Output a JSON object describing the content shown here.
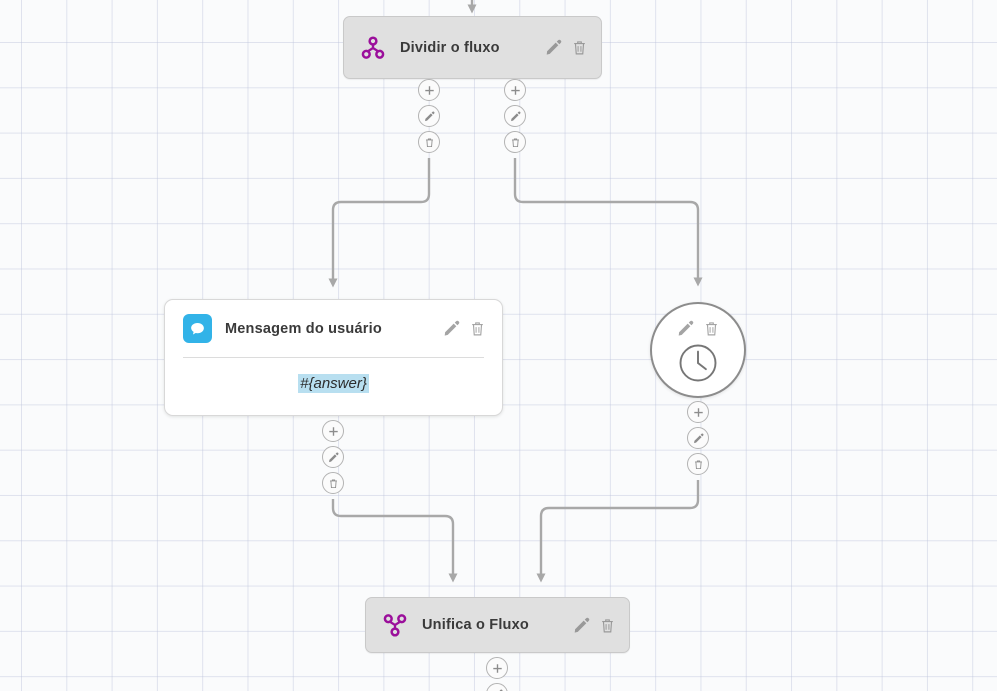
{
  "canvas": {
    "name": "flow-editor-canvas",
    "background_color": "#fafbfc",
    "grid_line_color": "#bec4dc",
    "grid_size": 45
  },
  "theme": {
    "node_bar_fill": "#e0e0e0",
    "node_bar_border": "#c9c9c9",
    "node_card_fill": "#ffffff",
    "node_card_border": "#d8d8d8",
    "accent_purple": "#9b0f9b",
    "accent_blue": "#32b3e8",
    "variable_highlight": "#b8dff0",
    "edge_color": "#a8a8a8",
    "icon_gray": "#8c8c8c"
  },
  "nodes": [
    {
      "id": "split",
      "kind": "bar",
      "title": "Dividir o fluxo",
      "icon": "split-flow-icon",
      "edit_label": "Editar",
      "delete_label": "Excluir"
    },
    {
      "id": "user-message",
      "kind": "card",
      "title": "Mensagem do usuário",
      "icon": "chat-bubble-icon",
      "edit_label": "Editar",
      "delete_label": "Excluir",
      "body_variable": "#{answer}"
    },
    {
      "id": "timer",
      "kind": "round",
      "title": "",
      "icon": "clock-icon",
      "edit_label": "Editar",
      "delete_label": "Excluir"
    },
    {
      "id": "merge",
      "kind": "bar",
      "title": "Unifica o Fluxo",
      "icon": "merge-flow-icon",
      "edit_label": "Editar",
      "delete_label": "Excluir"
    }
  ],
  "connector_buttons": {
    "add_label": "Adicionar",
    "edit_label": "Editar",
    "delete_label": "Excluir",
    "add_icon": "plus-icon",
    "edit_icon": "pencil-icon",
    "delete_icon": "trash-icon"
  },
  "button_stacks": [
    {
      "id": "split-out-left",
      "owner": "split",
      "buttons": [
        "plus-icon",
        "pencil-icon",
        "trash-icon"
      ]
    },
    {
      "id": "split-out-right",
      "owner": "split",
      "buttons": [
        "plus-icon",
        "pencil-icon",
        "trash-icon"
      ]
    },
    {
      "id": "message-out",
      "owner": "user-message",
      "buttons": [
        "plus-icon",
        "pencil-icon",
        "trash-icon"
      ]
    },
    {
      "id": "timer-out",
      "owner": "timer",
      "buttons": [
        "plus-icon",
        "pencil-icon",
        "trash-icon"
      ]
    },
    {
      "id": "merge-out",
      "owner": "merge",
      "buttons": [
        "plus-icon",
        "pencil-icon"
      ]
    }
  ],
  "edges": [
    {
      "id": "into-split",
      "from": "canvas-top",
      "to": "split"
    },
    {
      "id": "split-to-message",
      "from": "split",
      "to": "user-message"
    },
    {
      "id": "split-to-timer",
      "from": "split",
      "to": "timer"
    },
    {
      "id": "message-to-merge",
      "from": "user-message",
      "to": "merge"
    },
    {
      "id": "timer-to-merge",
      "from": "timer",
      "to": "merge"
    }
  ]
}
